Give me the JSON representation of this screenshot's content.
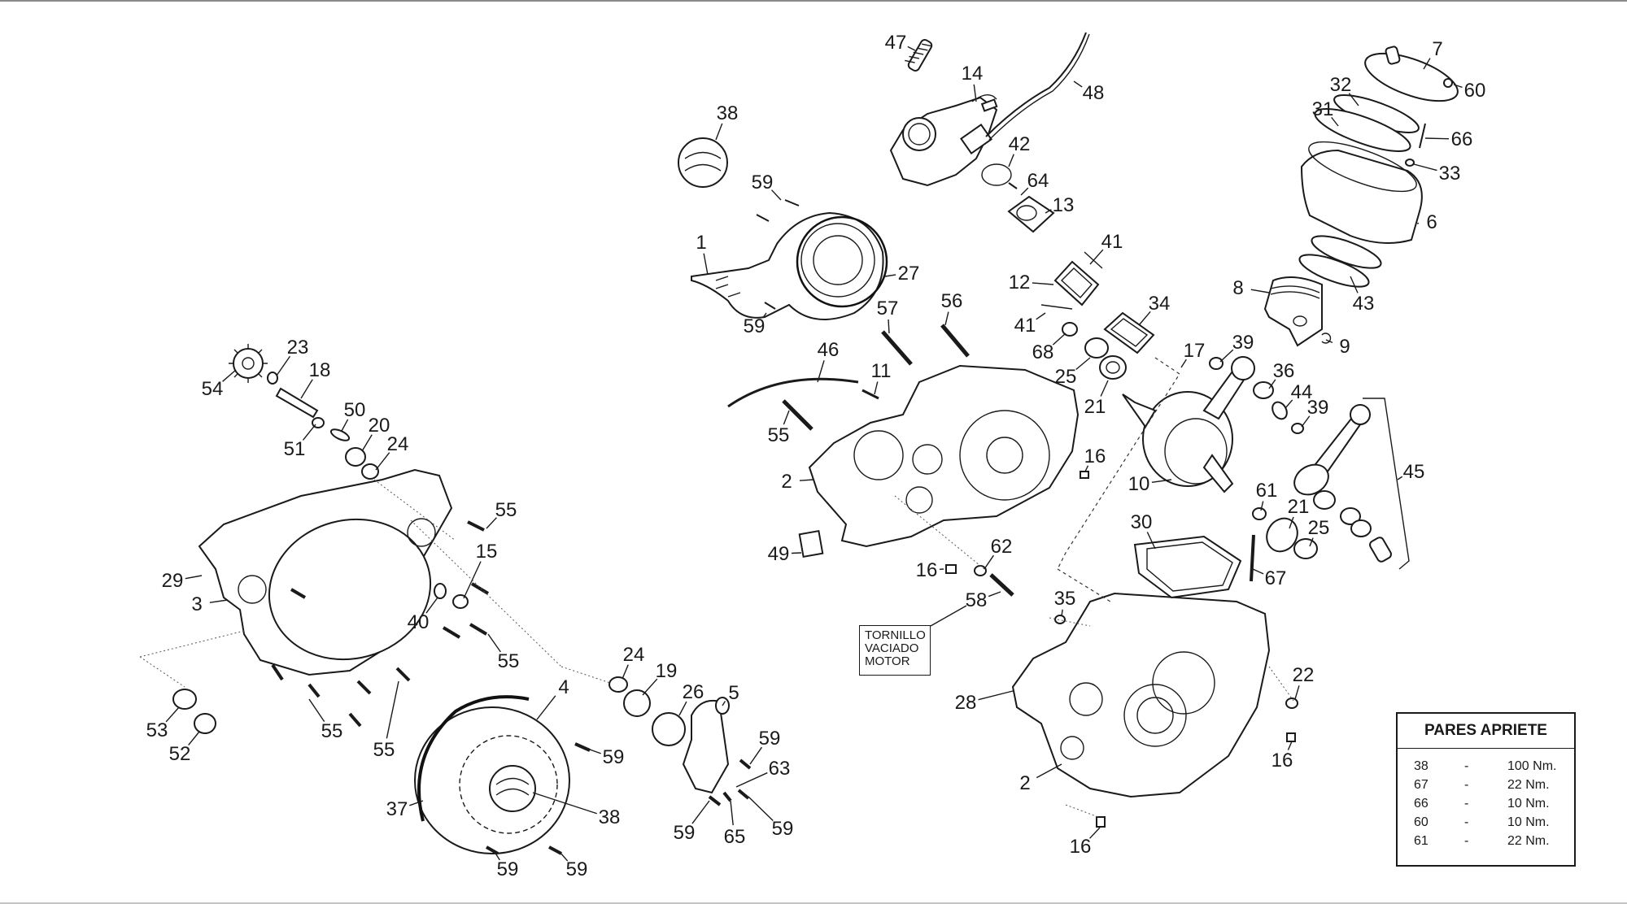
{
  "diagram": {
    "title": "Engine exploded parts diagram",
    "callouts": [
      "47",
      "14",
      "48",
      "38",
      "42",
      "64",
      "13",
      "59",
      "1",
      "27",
      "59",
      "41",
      "12",
      "41",
      "34",
      "68",
      "25",
      "21",
      "17",
      "57",
      "56",
      "46",
      "11",
      "55",
      "2",
      "16",
      "49",
      "16",
      "62",
      "58",
      "7",
      "60",
      "32",
      "31",
      "66",
      "33",
      "6",
      "8",
      "43",
      "9",
      "39",
      "36",
      "44",
      "39",
      "10",
      "45",
      "61",
      "21",
      "25",
      "67",
      "30",
      "35",
      "28",
      "2",
      "22",
      "16",
      "16",
      "23",
      "54",
      "18",
      "50",
      "51",
      "20",
      "24",
      "55",
      "15",
      "29",
      "3",
      "40",
      "55",
      "53",
      "52",
      "55",
      "55",
      "4",
      "37",
      "38",
      "59",
      "59",
      "59",
      "24",
      "19",
      "26",
      "5",
      "59",
      "63",
      "59",
      "65",
      "59"
    ]
  },
  "note": {
    "lines": [
      "TORNILLO",
      "VACIADO",
      "MOTOR"
    ],
    "refers_to": "58"
  },
  "torque_table": {
    "title": "PARES APRIETE",
    "rows": [
      {
        "ref": "38",
        "sep": "-",
        "value": "100 Nm."
      },
      {
        "ref": "67",
        "sep": "-",
        "value": "22 Nm."
      },
      {
        "ref": "66",
        "sep": "-",
        "value": "10 Nm."
      },
      {
        "ref": "60",
        "sep": "-",
        "value": "10 Nm."
      },
      {
        "ref": "61",
        "sep": "-",
        "value": "22 Nm."
      }
    ]
  }
}
